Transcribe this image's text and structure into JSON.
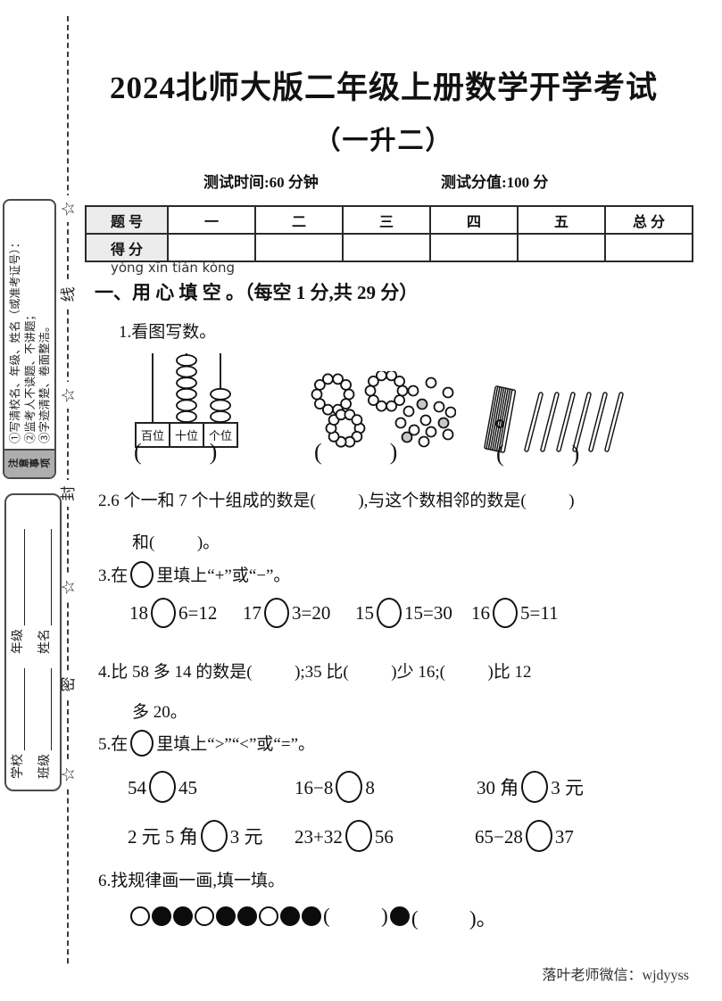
{
  "header": {
    "title": "2024北师大版二年级上册数学开学考试",
    "subtitle": "（一升二）",
    "time_label": "测试时间:60 分钟",
    "value_label": "测试分值:100 分"
  },
  "score_table": {
    "row1_label": "题 号",
    "row2_label": "得 分",
    "columns": [
      "一",
      "二",
      "三",
      "四",
      "五",
      "总 分"
    ]
  },
  "sidebar": {
    "star": "☆",
    "seal_chars": [
      "线",
      "封",
      "密"
    ],
    "notice": {
      "label": "注意事项",
      "line1": "①写清校名、年级、姓名（或准考证号）：",
      "line2": "②监考人不读题、不讲题；",
      "line3": "③字迹清楚、卷面整洁。"
    },
    "fields": {
      "school": "学校",
      "clazz": "班级",
      "grade": "年级",
      "name": "姓名"
    }
  },
  "section": {
    "pinyin": "yòng xīn tián kòng",
    "heading": "一、用 心 填 空 。（每空 1 分,共 29 分）"
  },
  "q1": {
    "text": "1.看图写数。",
    "abacus": {
      "labels": [
        "百位",
        "十位",
        "个位"
      ],
      "beads": [
        0,
        6,
        3
      ]
    },
    "dots": {
      "rings": 3,
      "dots_per_ring": 10,
      "scattered": 15
    },
    "sticks": {
      "bundles": 1,
      "singles": 6
    },
    "answer_blank": "(          )"
  },
  "q2": {
    "line1": "2.6 个一和 7 个十组成的数是(          ),与这个数相邻的数是(          )",
    "line2": "和(          )。"
  },
  "q3": {
    "prefix": "3.在",
    "suffix": "里填上“+”或“−”。",
    "equations": [
      {
        "l": "18",
        "r": "6=12"
      },
      {
        "l": "17",
        "r": "3=20"
      },
      {
        "l": "15",
        "r": "15=30"
      },
      {
        "l": "16",
        "r": "5=11"
      }
    ]
  },
  "q4": {
    "line1": "4.比 58 多 14 的数是(          );35 比(          )少 16;(          )比 12",
    "line2": "多 20。"
  },
  "q5": {
    "prefix": "5.在",
    "suffix": "里填上“>”“<”或“=”。",
    "comparisons": [
      {
        "l": "54",
        "r": "45"
      },
      {
        "l": "16−8",
        "r": "8"
      },
      {
        "l": "30 角",
        "r": "3 元"
      },
      {
        "l": "2 元 5 角",
        "r": "3 元"
      },
      {
        "l": "23+32",
        "r": "56"
      },
      {
        "l": "65−28",
        "r": "37"
      }
    ]
  },
  "q6": {
    "text": "6.找规律画一画,填一填。",
    "pattern": [
      "empty",
      "filled",
      "filled",
      "empty",
      "filled",
      "filled",
      "empty",
      "filled",
      "filled"
    ],
    "blank1": "(          )",
    "mid_dot": "filled",
    "blank2": "(          )。"
  },
  "footer": {
    "text": "落叶老师微信：wjdyyss"
  }
}
